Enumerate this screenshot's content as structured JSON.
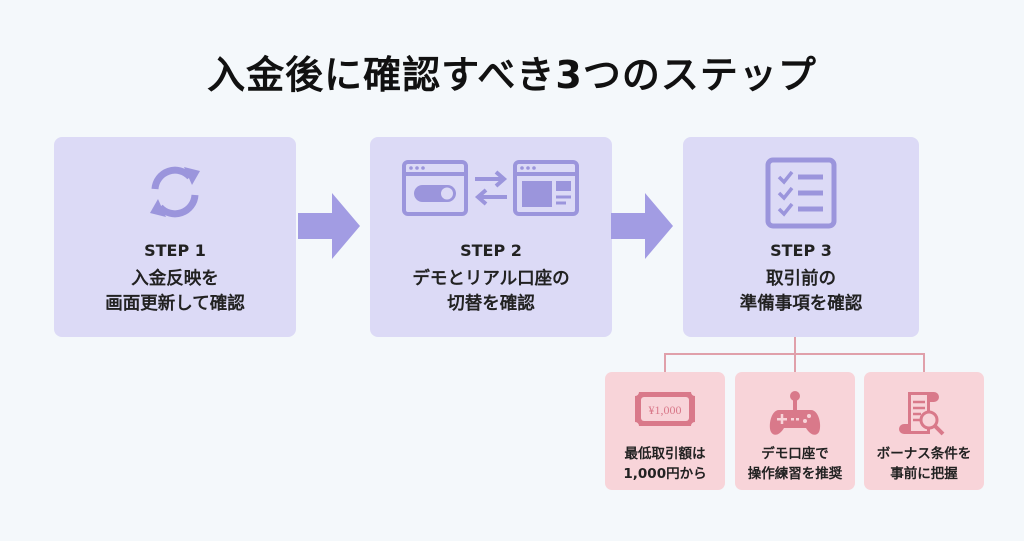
{
  "title": "入金後に確認すべき3つのステップ",
  "colors": {
    "background": "#f4f8fb",
    "step_card": "#dcdaf6",
    "step_icon": "#9b95dc",
    "arrow": "#a29ce3",
    "sub_card": "#f8d4d9",
    "sub_icon": "#d9798a",
    "connector": "#e0a0aa"
  },
  "steps": [
    {
      "label": "STEP 1",
      "line1": "入金反映を",
      "line2": "画面更新して確認",
      "icon": "refresh-icon"
    },
    {
      "label": "STEP 2",
      "line1": "デモとリアル口座の",
      "line2": "切替を確認",
      "icon": "account-switch-icon"
    },
    {
      "label": "STEP 3",
      "line1": "取引前の",
      "line2": "準備事項を確認",
      "icon": "checklist-icon"
    }
  ],
  "sub_items": [
    {
      "line1": "最低取引額は",
      "line2": "1,000円から",
      "icon": "banknote-icon",
      "icon_text": "¥1,000"
    },
    {
      "line1": "デモ口座で",
      "line2": "操作練習を推奨",
      "icon": "gamepad-icon"
    },
    {
      "line1": "ボーナス条件を",
      "line2": "事前に把握",
      "icon": "document-search-icon"
    }
  ]
}
